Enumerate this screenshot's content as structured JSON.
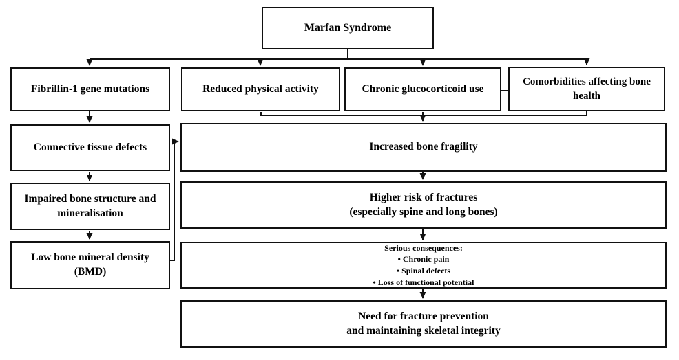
{
  "diagram": {
    "title": "Marfan Syndrome bone health flowchart",
    "colors": {
      "border": "#111111",
      "text": "#000000",
      "background": "#ffffff"
    },
    "nodes": {
      "marfan": {
        "lines": [
          "Marfan Syndrome"
        ]
      },
      "fibrillin": {
        "lines": [
          "Fibrillin-1 gene mutations"
        ]
      },
      "reduced": {
        "lines": [
          "Reduced physical activity"
        ]
      },
      "glucocorticoid": {
        "lines": [
          "Chronic glucocorticoid use"
        ]
      },
      "comorbidities": {
        "lines": [
          "Comorbidities affecting bone",
          "health"
        ]
      },
      "connective": {
        "lines": [
          "Connective tissue defects"
        ]
      },
      "impaired": {
        "lines": [
          "Impaired bone structure and",
          "mineralisation"
        ]
      },
      "bmd": {
        "lines": [
          "Low bone mineral density",
          "(BMD)"
        ]
      },
      "fragility": {
        "lines": [
          "Increased bone fragility"
        ]
      },
      "fractures": {
        "lines": [
          "Higher risk of fractures",
          "(especially spine and long bones)"
        ]
      },
      "consequences": {
        "lines": [
          "Serious consequences:",
          "• Chronic pain",
          "• Spinal defects",
          "• Loss of functional potential"
        ]
      },
      "prevention": {
        "lines": [
          "Need for fracture prevention",
          "and maintaining skeletal integrity"
        ]
      }
    }
  }
}
